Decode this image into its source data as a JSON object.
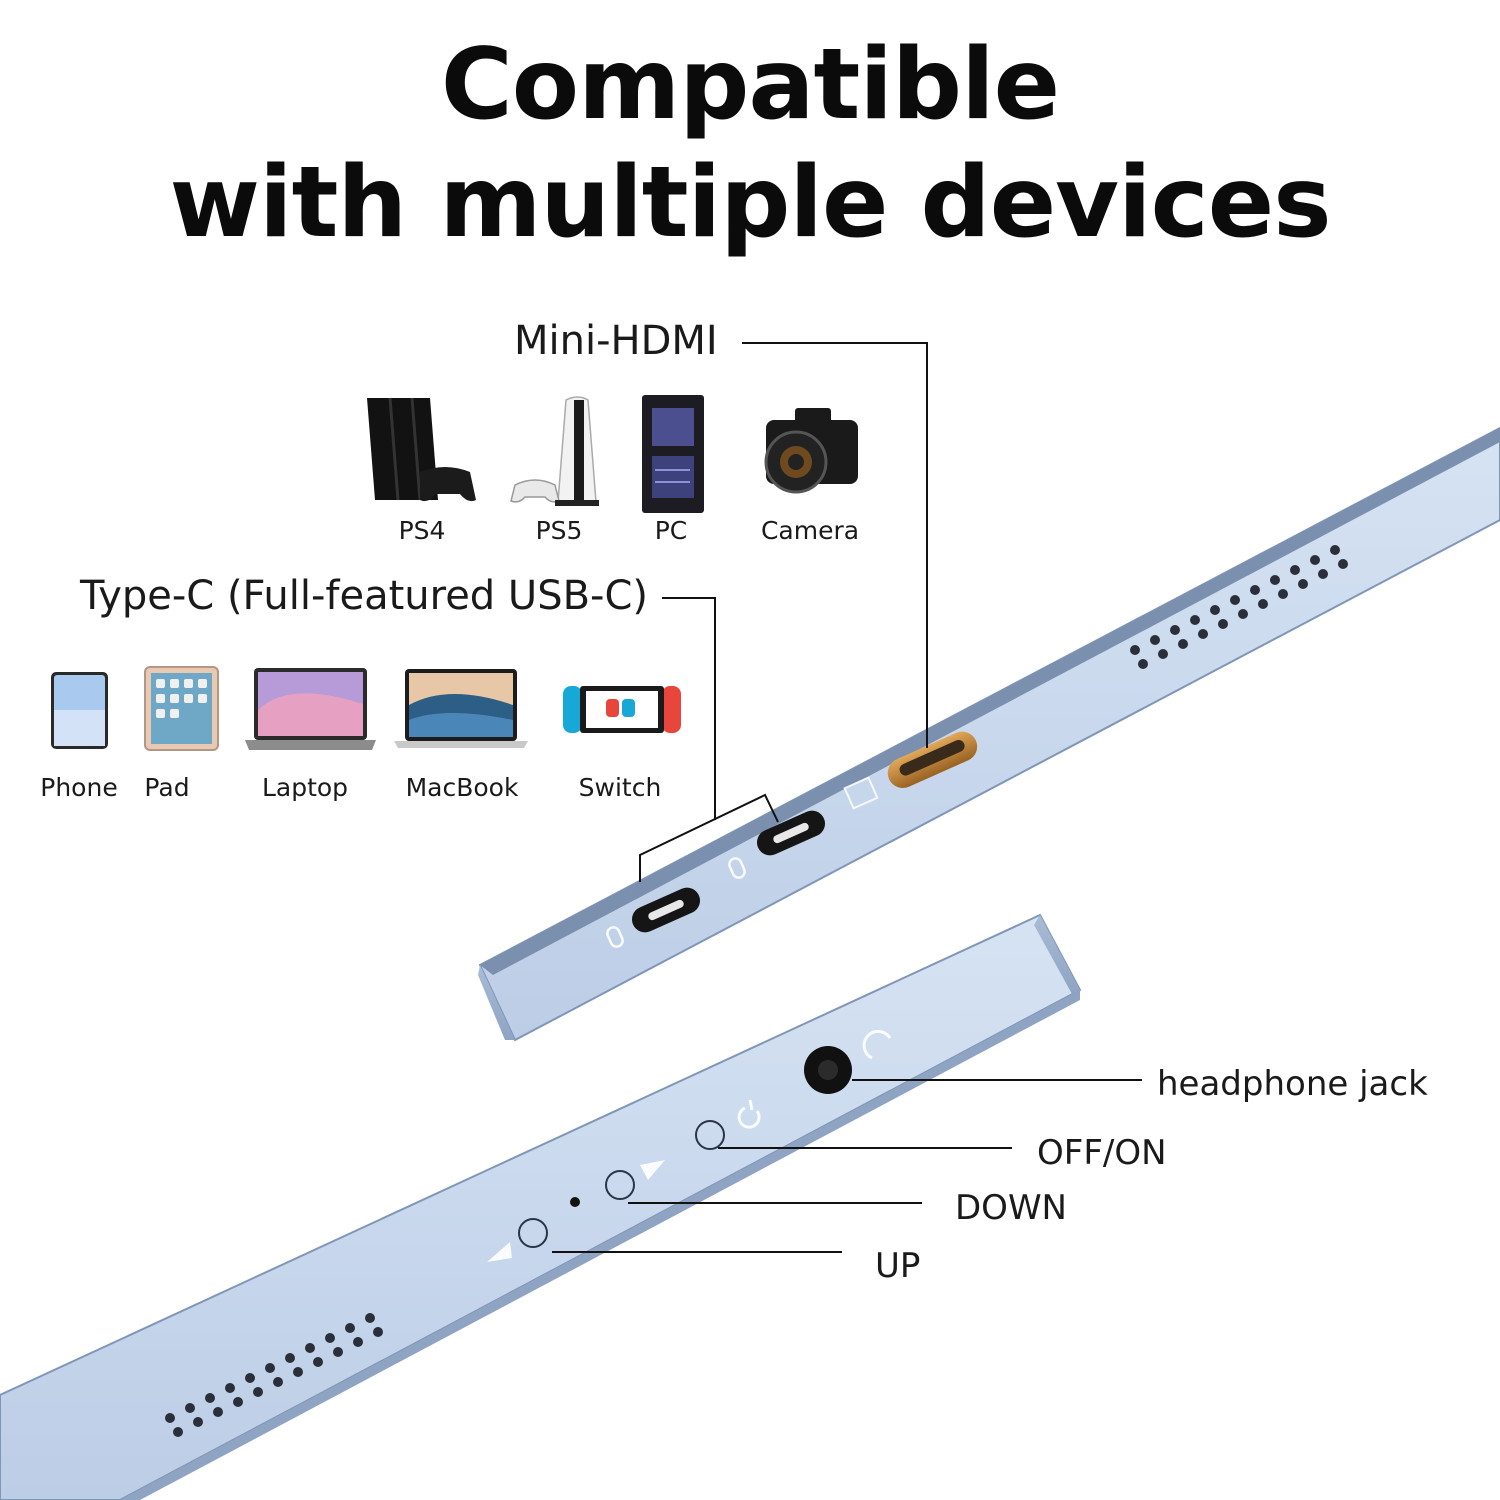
{
  "title": {
    "line1": "Compatible",
    "line2": "with multiple devices"
  },
  "ports": {
    "mini_hdmi": {
      "label": "Mini-HDMI",
      "devices": [
        {
          "label": "PS4",
          "icon": "ps4-console-icon"
        },
        {
          "label": "PS5",
          "icon": "ps5-console-icon"
        },
        {
          "label": "PC",
          "icon": "pc-tower-icon"
        },
        {
          "label": "Camera",
          "icon": "camera-icon"
        }
      ]
    },
    "type_c": {
      "label": "Type-C (Full-featured USB-C)",
      "devices": [
        {
          "label": "Phone",
          "icon": "phone-icon"
        },
        {
          "label": "Pad",
          "icon": "tablet-icon"
        },
        {
          "label": "Laptop",
          "icon": "laptop-icon"
        },
        {
          "label": "MacBook",
          "icon": "macbook-icon"
        },
        {
          "label": "Switch",
          "icon": "nintendo-switch-icon"
        }
      ]
    }
  },
  "controls": {
    "headphone": "headphone jack",
    "power": "OFF/ON",
    "down": "DOWN",
    "up": "UP"
  },
  "colors": {
    "device_body": "#c7d8ee",
    "device_edge": "#9fb4cf",
    "hdmi_port": "#c98a3a",
    "usbc_port": "#1a1a1a",
    "text": "#111111"
  }
}
